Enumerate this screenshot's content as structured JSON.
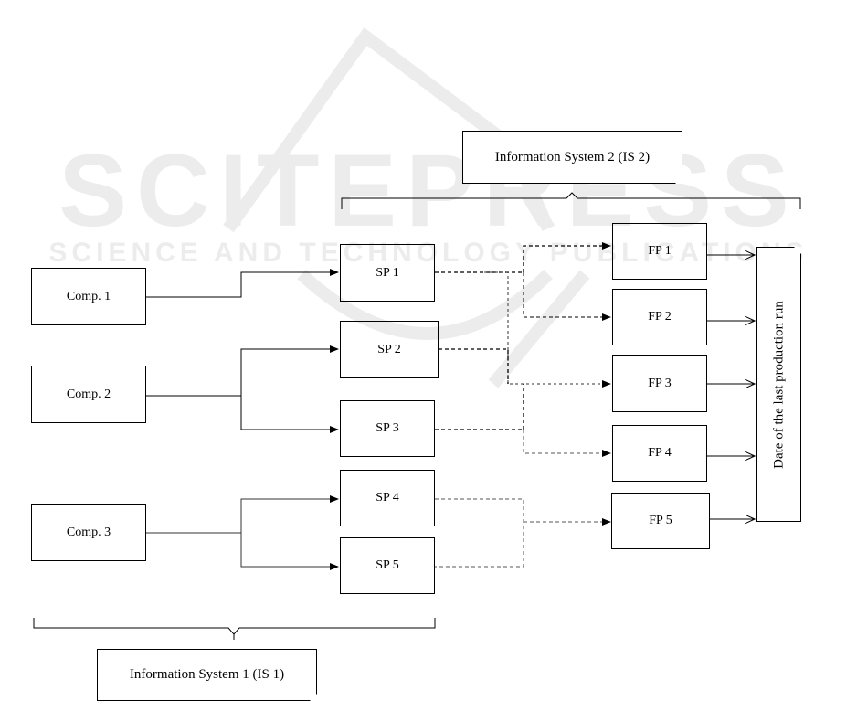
{
  "watermark": {
    "title": "SCITEPRESS",
    "subtitle": "SCIENCE AND TECHNOLOGY PUBLICATIONS"
  },
  "is2_label": "Information System 2 (IS 2)",
  "is1_label": "Information System 1 (IS 1)",
  "components": [
    {
      "label": "Comp. 1"
    },
    {
      "label": "Comp. 2"
    },
    {
      "label": "Comp. 3"
    }
  ],
  "semi_products": [
    {
      "label": "SP 1"
    },
    {
      "label": "SP 2"
    },
    {
      "label": "SP 3"
    },
    {
      "label": "SP 4"
    },
    {
      "label": "SP 5"
    }
  ],
  "final_products": [
    {
      "label": "FP 1"
    },
    {
      "label": "FP 2"
    },
    {
      "label": "FP 3"
    },
    {
      "label": "FP 4"
    },
    {
      "label": "FP  5"
    }
  ],
  "date_label": "Date of the last production run",
  "colors": {
    "line": "#000000",
    "dashed_dark": "#000000",
    "dashed_light": "#555555",
    "watermark": "#ececec"
  }
}
